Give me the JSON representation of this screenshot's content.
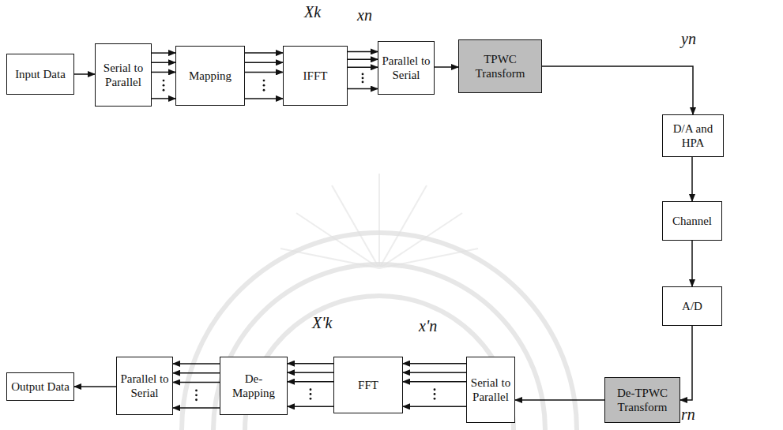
{
  "diagram": {
    "nodes": [
      {
        "text": [
          "Input Data"
        ]
      },
      {
        "text": [
          "Serial to Parallel"
        ]
      },
      {
        "text": [
          "Mapping"
        ]
      },
      {
        "text": [
          "IFFT"
        ]
      },
      {
        "text": [
          "Parallel to Serial"
        ]
      },
      {
        "text": [
          "TPWC Transform"
        ]
      },
      {
        "text": [
          "D/A and HPA"
        ]
      },
      {
        "text": [
          "Channel"
        ]
      },
      {
        "text": [
          "A/D"
        ]
      },
      {
        "text": [
          "De-TPWC Transform"
        ]
      },
      {
        "text": [
          "Serial to Parallel"
        ]
      },
      {
        "text": [
          "FFT"
        ]
      },
      {
        "text": [
          "De-Mapping"
        ]
      },
      {
        "text": [
          "Parallel to Serial"
        ]
      },
      {
        "text": [
          "Output Data"
        ]
      }
    ],
    "edges": [
      {
        "from": 0,
        "to": 1,
        "arrow": "to"
      },
      {
        "from": 1,
        "to": 2,
        "arrow": "to"
      },
      {
        "from": 2,
        "to": 3,
        "arrow": "to"
      },
      {
        "from": 3,
        "to": 4,
        "arrow": "to"
      },
      {
        "from": 4,
        "to": 5,
        "arrow": "to"
      },
      {
        "from": 5,
        "to": 6,
        "arrow": "to"
      },
      {
        "from": 6,
        "to": 7,
        "arrow": "to"
      },
      {
        "from": 7,
        "to": 8,
        "arrow": "to"
      },
      {
        "from": 8,
        "to": 9,
        "arrow": "to"
      },
      {
        "from": 9,
        "to": 10,
        "arrow": "to"
      },
      {
        "from": 10,
        "to": 11,
        "arrow": "to"
      },
      {
        "from": 11,
        "to": 12,
        "arrow": "to"
      },
      {
        "from": 12,
        "to": 13,
        "arrow": "to"
      },
      {
        "from": 13,
        "to": 14,
        "arrow": "to"
      }
    ],
    "labels": [
      "Xk",
      "xn",
      "yn",
      "X'k",
      "x'n",
      "rn"
    ]
  }
}
